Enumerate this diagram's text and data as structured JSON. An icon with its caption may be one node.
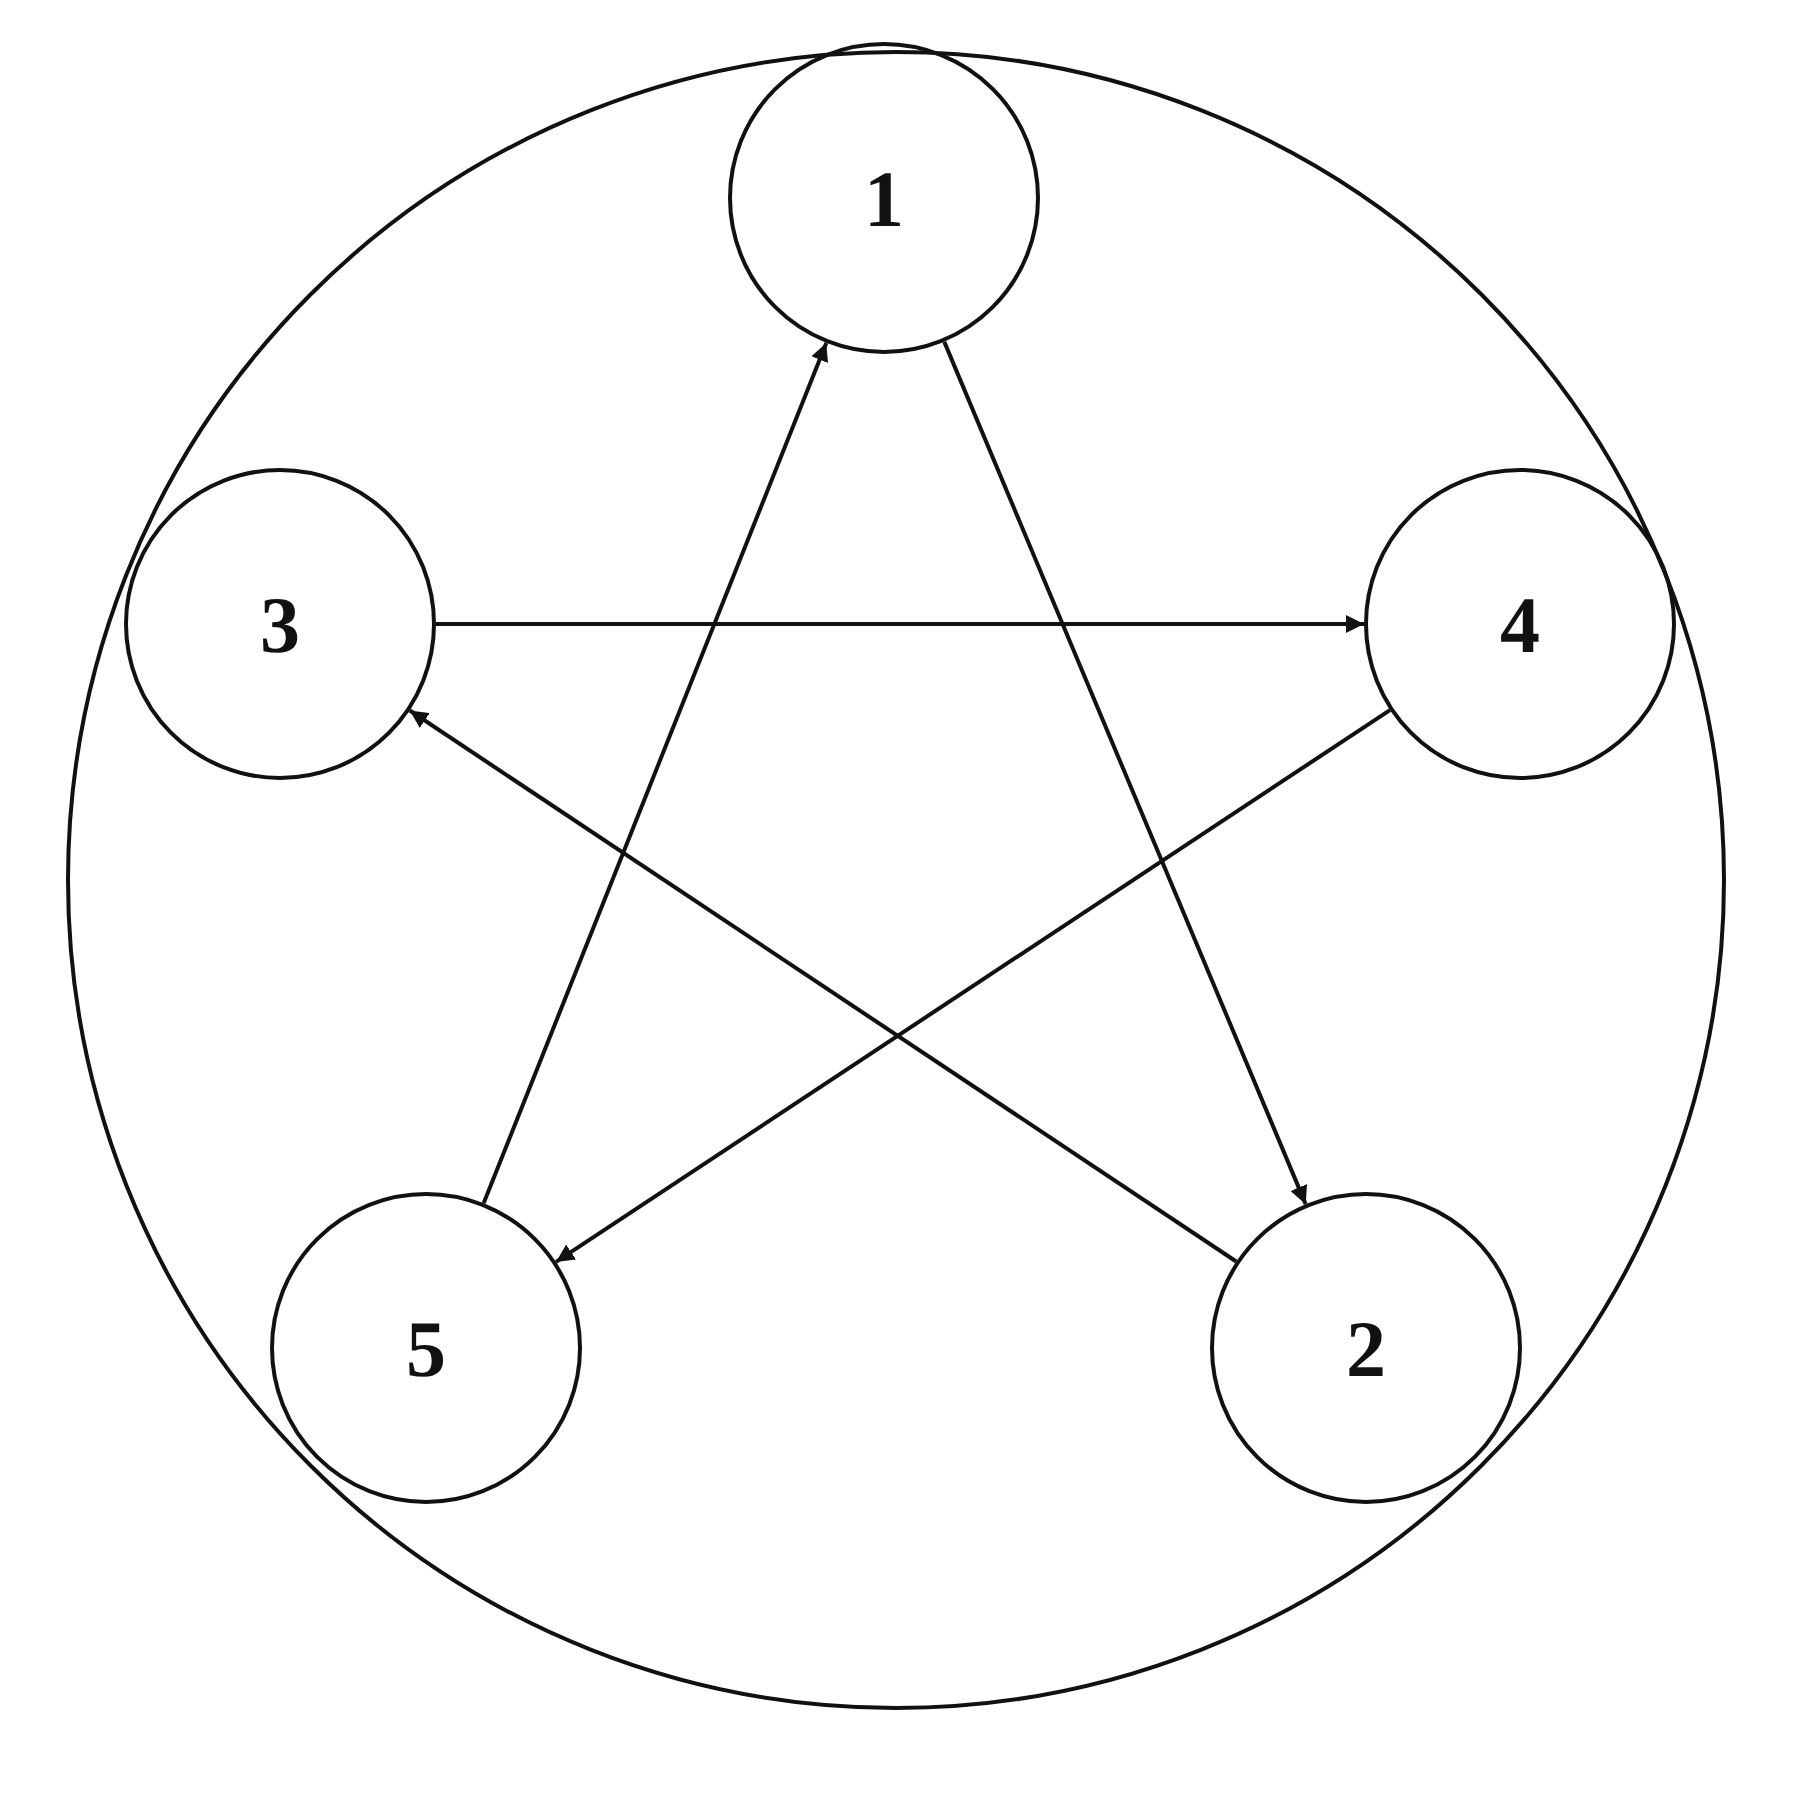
{
  "diagram": {
    "nodes": [
      {
        "text": [],
        "shape": "circle"
      },
      {
        "text": [
          "1"
        ],
        "in": 0
      },
      {
        "text": [
          "3"
        ],
        "in": 0
      },
      {
        "text": [
          "4"
        ],
        "in": 0
      },
      {
        "text": [
          "5"
        ],
        "in": 0
      },
      {
        "text": [
          "2"
        ],
        "in": 0
      }
    ],
    "edges": [
      {
        "from": 1,
        "to": 5,
        "arrow": "to"
      },
      {
        "from": 5,
        "to": 2,
        "arrow": "to"
      },
      {
        "from": 2,
        "to": 3,
        "arrow": "to"
      },
      {
        "from": 3,
        "to": 4,
        "arrow": "to"
      },
      {
        "from": 4,
        "to": 1,
        "arrow": "to"
      }
    ]
  }
}
